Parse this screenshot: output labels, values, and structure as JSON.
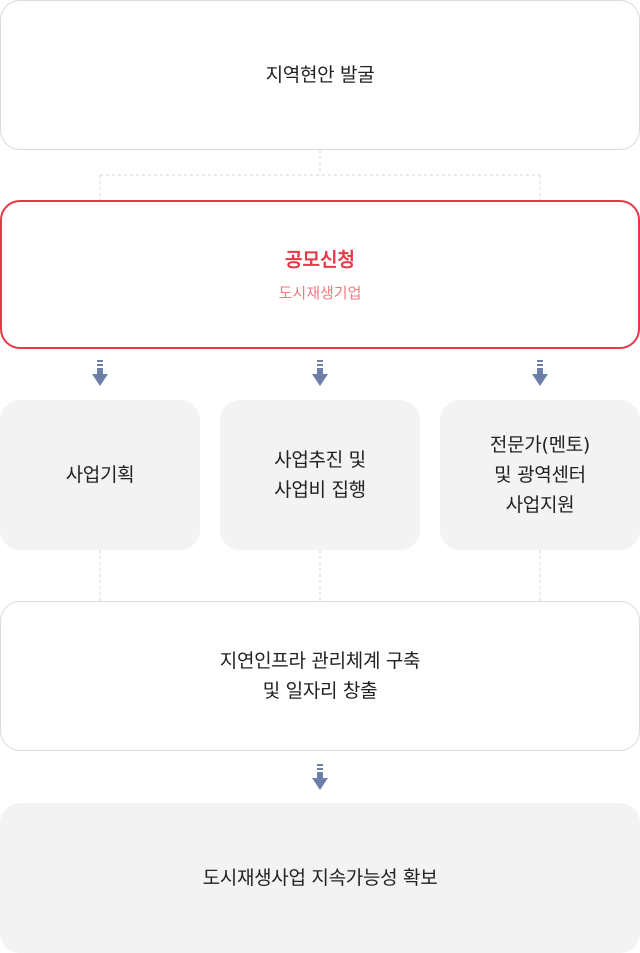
{
  "colors": {
    "highlight": "#e63946",
    "highlight_sub": "#f07a80",
    "arrow": "#6b7fa8",
    "box_fill": "#f3f3f3",
    "box_border": "#dcdcdc",
    "connector": "#d6d6d6"
  },
  "icons": {
    "arrow": "down-arrow-icon"
  },
  "steps": {
    "discovery": {
      "label": "지역현안 발굴"
    },
    "application": {
      "title": "공모신청",
      "subtitle": "도시재생기업"
    },
    "planning": {
      "label": "사업기획"
    },
    "execution": {
      "label": "사업추진 및\n사업비 집행"
    },
    "support": {
      "label": "전문가(멘토)\n및 광역센터\n사업지원"
    },
    "infrastructure": {
      "label": "지연인프라 관리체계 구축\n및 일자리 창출"
    },
    "sustainability": {
      "label": "도시재생사업 지속가능성 확보"
    }
  }
}
